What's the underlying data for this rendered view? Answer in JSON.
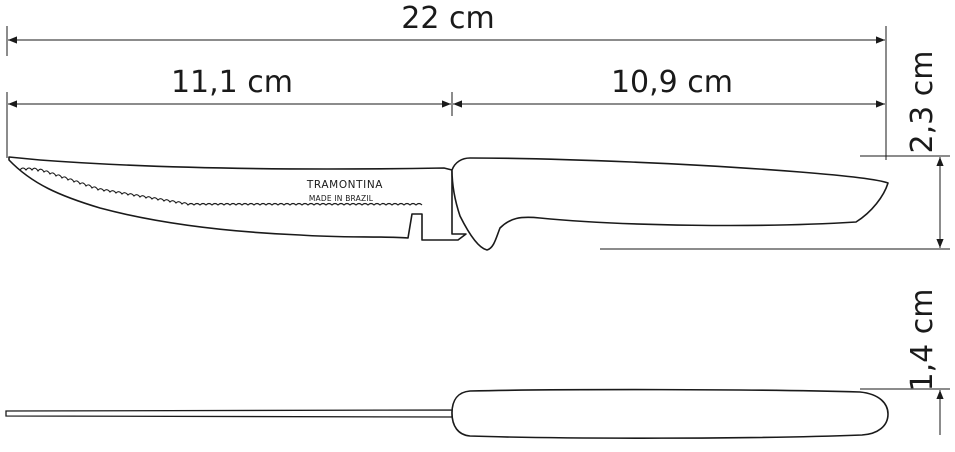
{
  "dimensions": {
    "total_length": "22 cm",
    "blade_length": "11,1 cm",
    "handle_length": "10,9 cm",
    "side_height": "2,3 cm",
    "handle_thickness": "1,4 cm"
  },
  "blade_markings": {
    "brand": "TRAMONTINA",
    "origin": "MADE IN BRAZIL"
  },
  "colors": {
    "line": "#1a1a1a",
    "background": "#ffffff"
  }
}
